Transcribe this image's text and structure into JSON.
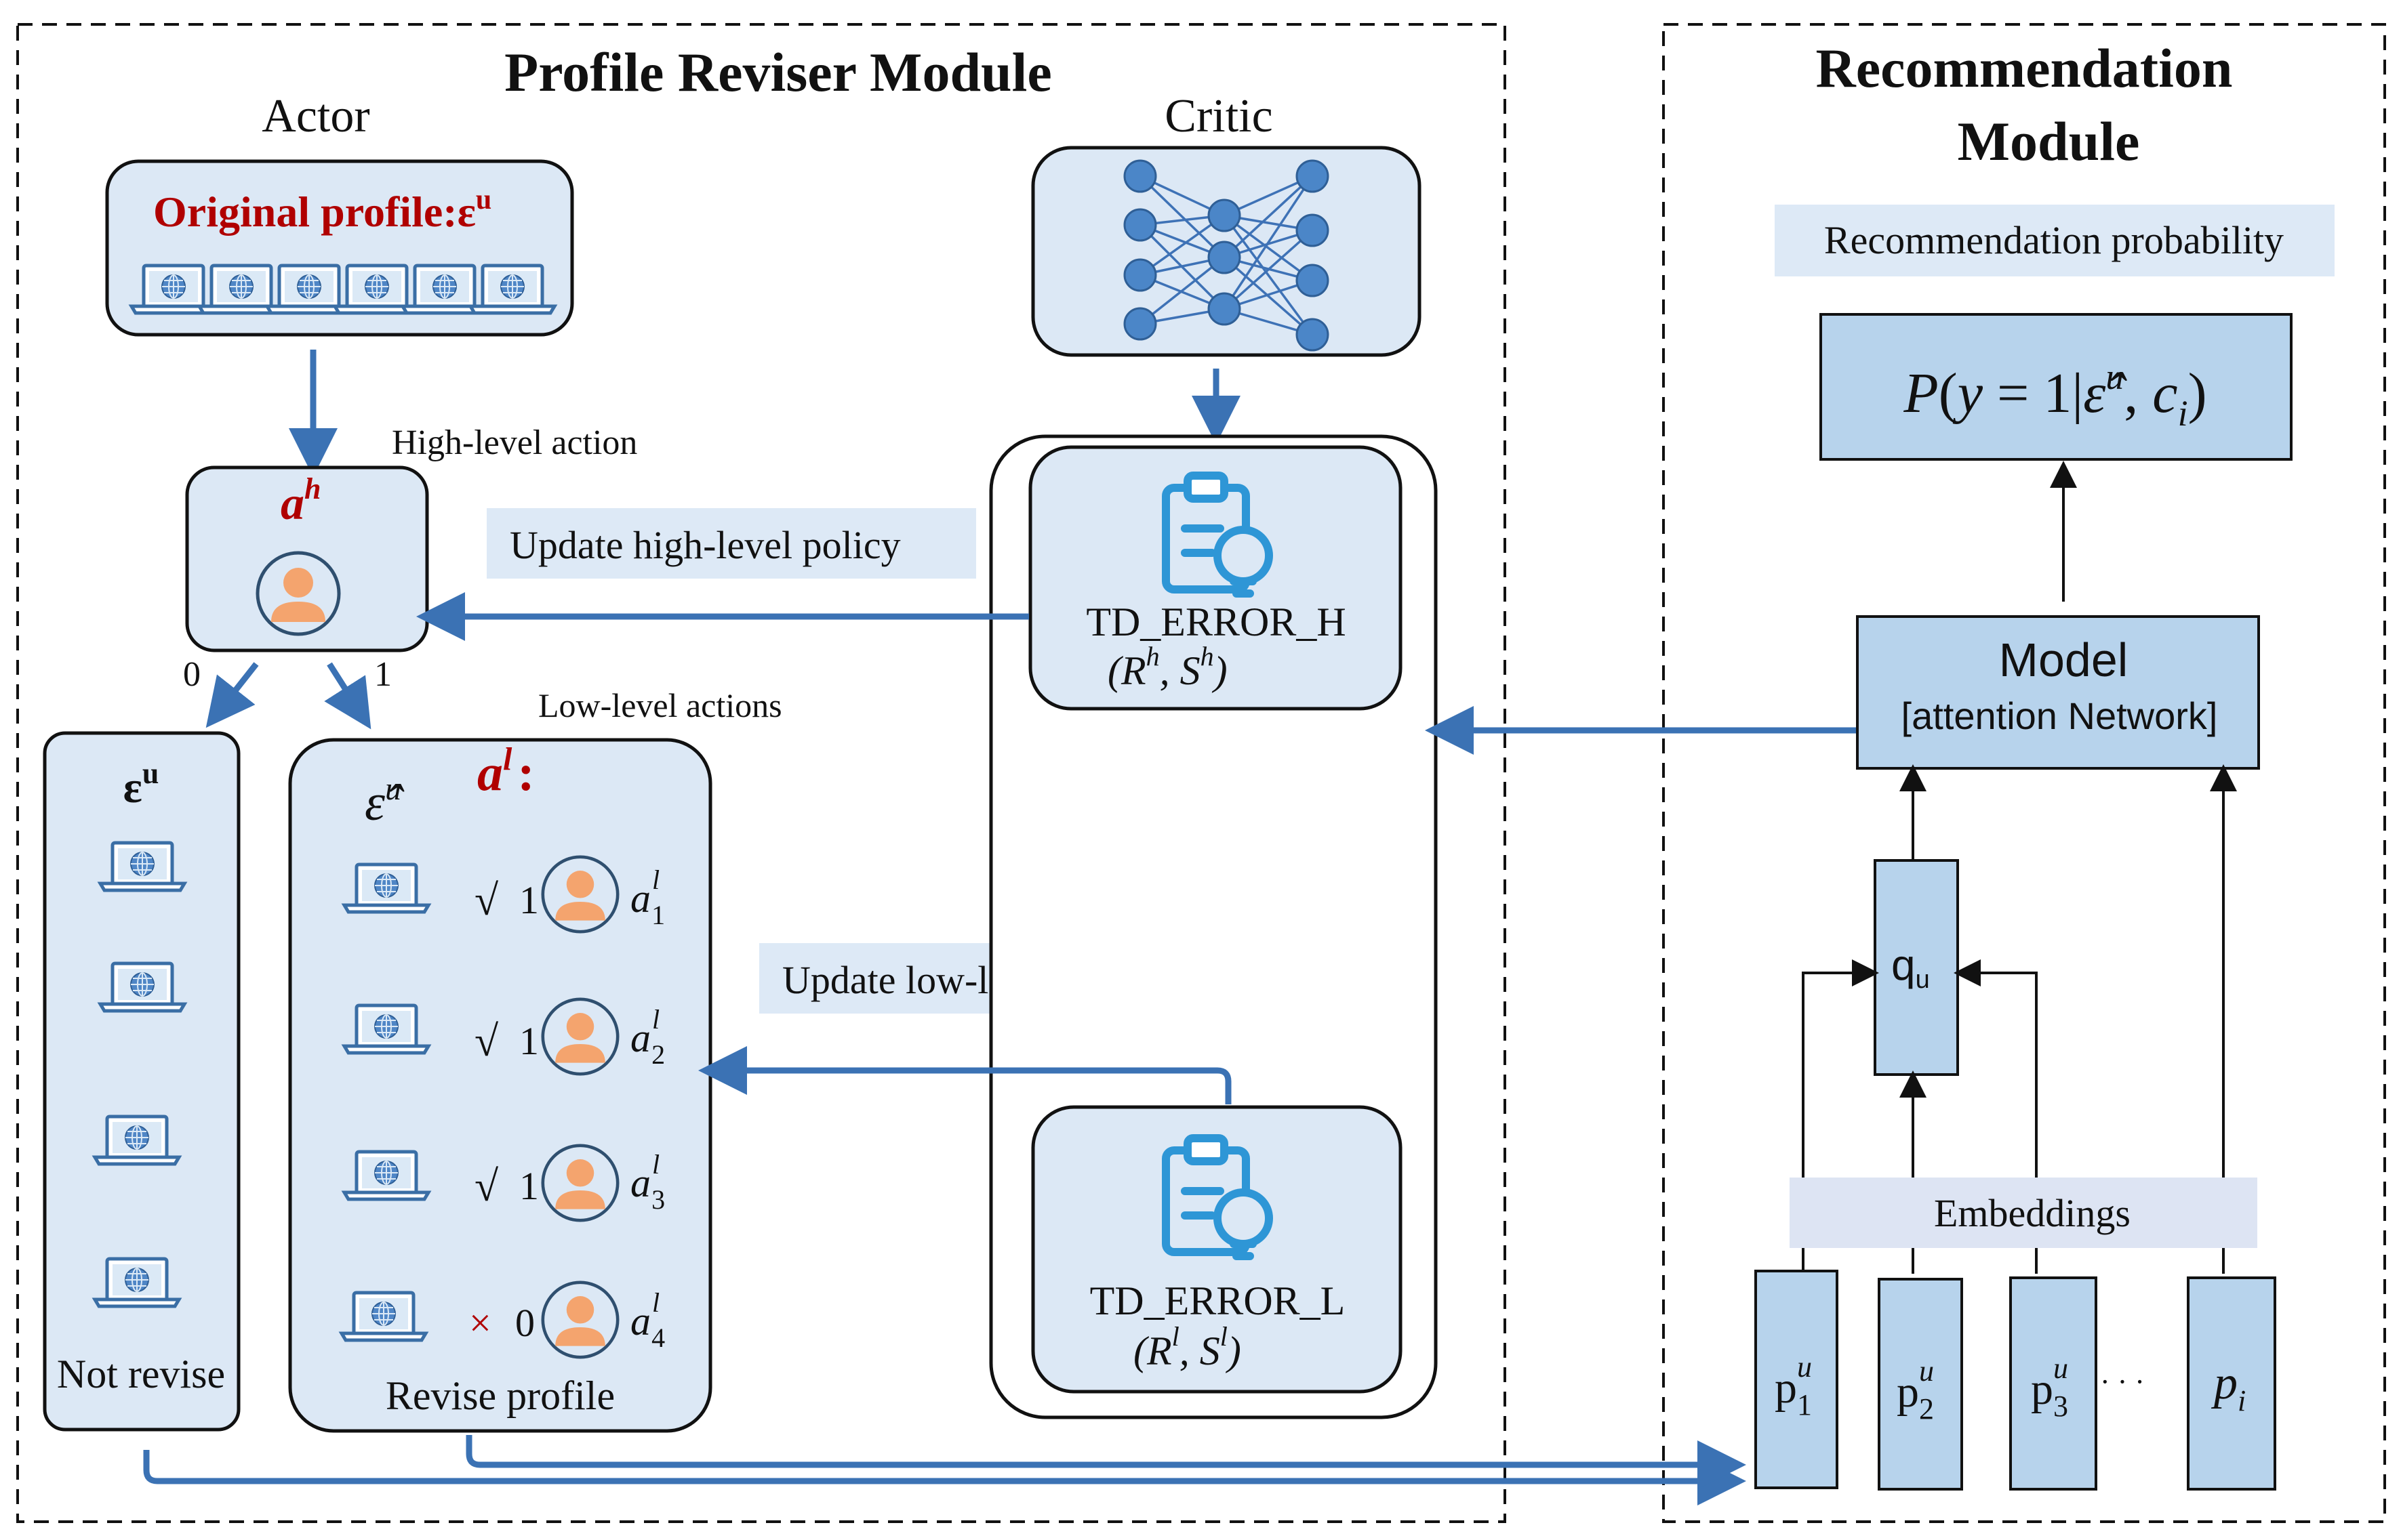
{
  "left_module": {
    "title": "Profile Reviser Module",
    "actor_label": "Actor",
    "critic_label": "Critic",
    "original_profile": "Original  profile:ε",
    "original_profile_sup": "u",
    "high_level_action_label": "High-level action",
    "ah_symbol": "a",
    "ah_sup": "h",
    "branch_zero": "0",
    "branch_one": "1",
    "low_level_actions_label": "Low-level actions",
    "eu_symbol": "ε",
    "eu_sup": "u",
    "not_revise": "Not revise",
    "ehat_symbol": "ε̂",
    "ehat_sup": "u",
    "al_symbol": "a",
    "al_sup": "l",
    "al_colon": ":",
    "revise_profile": "Revise profile",
    "update_high": "Update high-level policy",
    "update_low": "Update low-level policy",
    "td_error_h": "TD_ERROR_H",
    "td_error_h_args": {
      "open": "(R",
      "r_sup": "h",
      "mid": ",   S",
      "s_sup": "h",
      "close": ")"
    },
    "td_error_l": "TD_ERROR_L",
    "td_error_l_args": {
      "open": "(R",
      "r_sup": "l",
      "mid": ",   S",
      "s_sup": "l",
      "close": ")"
    },
    "actions": [
      {
        "mark": "√",
        "value": "1",
        "base": "a",
        "sup": "l",
        "sub": "1"
      },
      {
        "mark": "√",
        "value": "1",
        "base": "a",
        "sup": "l",
        "sub": "2"
      },
      {
        "mark": "√",
        "value": "1",
        "base": "a",
        "sup": "l",
        "sub": "3"
      },
      {
        "mark": "×",
        "value": "0",
        "base": "a",
        "sup": "l",
        "sub": "4"
      }
    ]
  },
  "right_module": {
    "title_line1": "Recommendation",
    "title_line2": "Module",
    "rec_prob_label": "Recommendation probability",
    "formula": {
      "p": "P",
      "open": "(",
      "y": "y",
      "eq": " = 1|",
      "eps": "ε̂",
      "eps_sup": "u",
      "comma": ", ",
      "c": "c",
      "c_sub": "i",
      "close": ")"
    },
    "model_label": "Model",
    "model_sub": "[attention Network]",
    "qu_label": "q",
    "qu_sub": "u",
    "embeddings": "Embeddings",
    "ellipsis": "· · ·",
    "items": [
      {
        "base": "p",
        "sup": "u",
        "sub": "1"
      },
      {
        "base": "p",
        "sup": "u",
        "sub": "2"
      },
      {
        "base": "p",
        "sup": "u",
        "sub": "3"
      },
      {
        "base": "p",
        "sup": "",
        "sub": "i"
      }
    ]
  },
  "colors": {
    "accent_red": "#b00000",
    "arrow_blue": "#3b72b4",
    "box_fill": "#dce8f5",
    "rec_fill": "#b7d3ec",
    "icon_blue": "#2e96d6",
    "person_orange": "#f4a46e"
  },
  "icons": [
    "laptop-globe-icon",
    "person-icon",
    "clipboard-bulb-icon",
    "neural-network-icon"
  ]
}
